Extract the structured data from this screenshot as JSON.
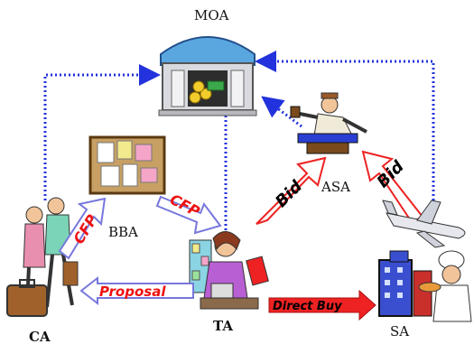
{
  "nodes": {
    "moa": {
      "label": "MOA"
    },
    "bba": {
      "label": "BBA"
    },
    "asa": {
      "label": "ASA"
    },
    "ca": {
      "label": "CA"
    },
    "ta": {
      "label": "TA"
    },
    "sa": {
      "label": "SA"
    }
  },
  "arrows": {
    "cfp_ca_bba": {
      "label": "CFP"
    },
    "cfp_bba_ta": {
      "label": "CFP"
    },
    "bid_left": {
      "label": "Bid"
    },
    "bid_right": {
      "label": "Bid"
    },
    "proposal": {
      "label": "Proposal"
    },
    "direct_buy": {
      "label": "Direct Buy"
    }
  },
  "colors": {
    "dotted_link": "#2233dd",
    "cfp_text": "#ee1111",
    "bid_arrow_outline": "#ee2222",
    "bid_text": "#000000",
    "proposal_text": "#ee1111",
    "proposal_outline": "#7777dd",
    "direct_buy_fill": "#ee2222",
    "direct_buy_text": "#000000"
  }
}
